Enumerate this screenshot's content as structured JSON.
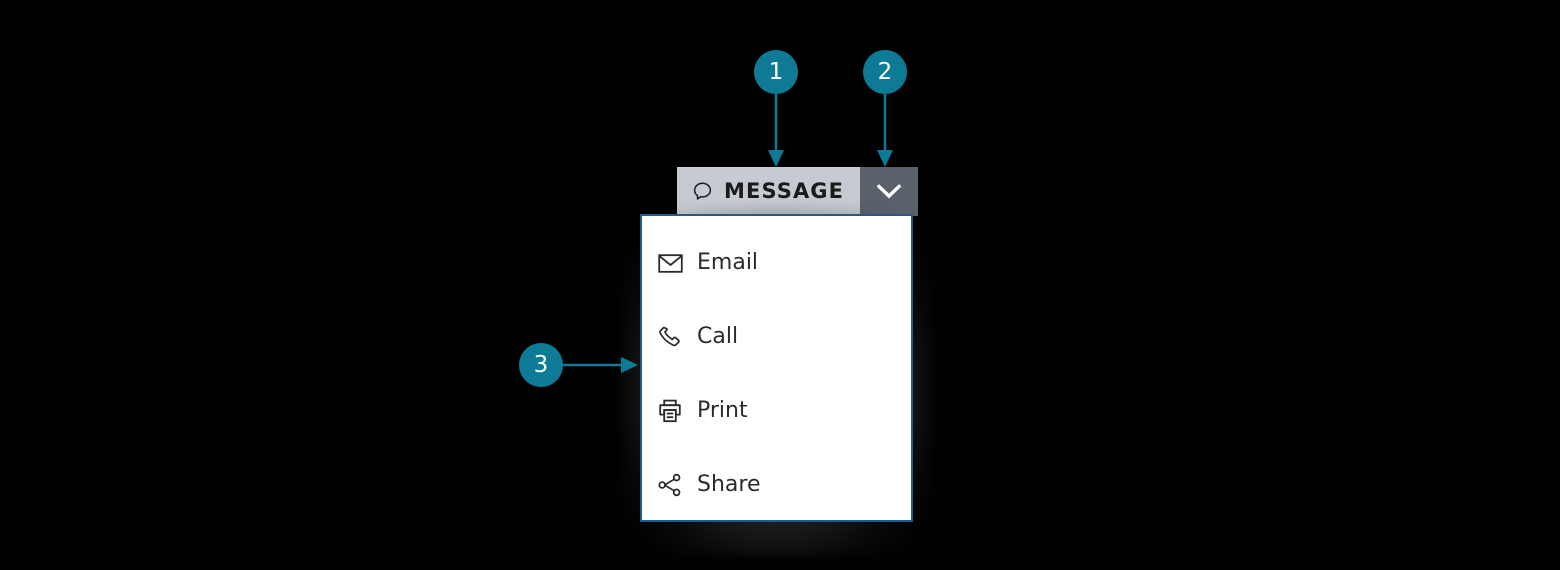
{
  "colors": {
    "background": "#000000",
    "callout_teal": "#0d7b96",
    "button_face": "#c6cbd2",
    "button_toggle": "#5a616b",
    "panel_border": "#1f5c8b",
    "panel_background": "#ffffff",
    "text_dark": "#1b1b1b",
    "menu_text": "#2b2b2b"
  },
  "split_button": {
    "label": "MESSAGE",
    "icon": "speech-bubble-icon",
    "toggle_icon": "chevron-down-icon"
  },
  "dropdown": {
    "items": [
      {
        "label": "Email",
        "icon": "envelope-icon"
      },
      {
        "label": "Call",
        "icon": "phone-icon"
      },
      {
        "label": "Print",
        "icon": "printer-icon"
      },
      {
        "label": "Share",
        "icon": "share-nodes-icon"
      }
    ]
  },
  "callouts": [
    {
      "number": "1",
      "target": "split-button-main"
    },
    {
      "number": "2",
      "target": "split-button-toggle"
    },
    {
      "number": "3",
      "target": "dropdown-panel"
    }
  ]
}
